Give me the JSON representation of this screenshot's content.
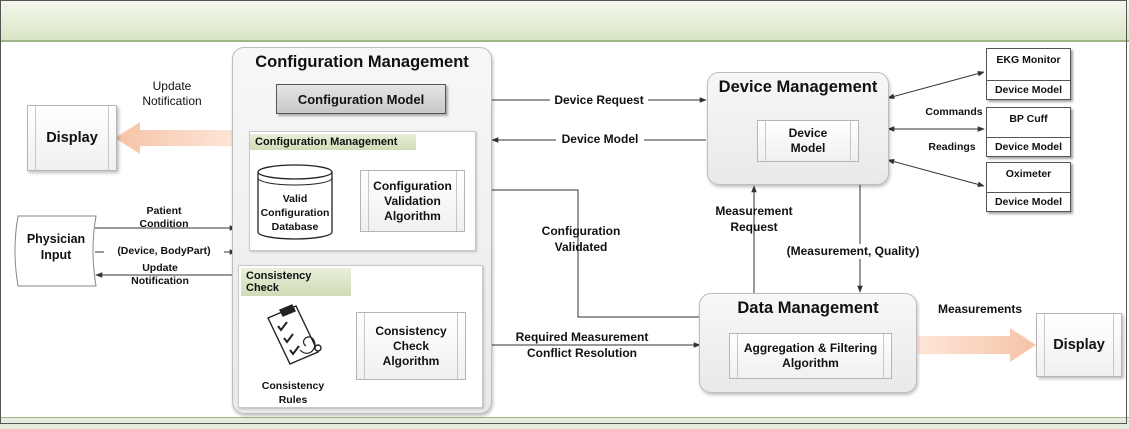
{
  "config_mgmt": {
    "title": "Configuration Management",
    "model": "Configuration Model",
    "sub_title": "Configuration Management",
    "database": "Valid Configuration Database",
    "validation_algorithm": "Configuration Validation Algorithm",
    "consistency_title": "Consistency Check",
    "consistency_rules": "Consistency Rules",
    "consistency_algorithm": "Consistency Check Algorithm"
  },
  "device_mgmt": {
    "title": "Device Management",
    "model": "Device Model"
  },
  "data_mgmt": {
    "title": "Data Management",
    "algorithm": "Aggregation & Filtering Algorithm"
  },
  "devices": [
    {
      "name": "EKG Monitor",
      "model": "Device Model"
    },
    {
      "name": "BP Cuff",
      "model": "Device Model"
    },
    {
      "name": "Oximeter",
      "model": "Device Model"
    }
  ],
  "display_left": "Display",
  "display_right": "Display",
  "physician_input": "Physician Input",
  "labels": {
    "update_notification_top": "Update Notification",
    "patient_condition": "Patient Condition",
    "device_bodypart": "(Device, BodyPart)",
    "update_notification_bottom": "Update Notification",
    "device_request": "Device Request",
    "device_model": "Device Model",
    "configuration_validated": "Configuration Validated",
    "measurement_request": "Measurement Request",
    "measurement_quality": "(Measurement, Quality)",
    "required_measurement": "Required Measurement Conflict Resolution",
    "measurements": "Measurements",
    "commands": "Commands",
    "readings": "Readings"
  }
}
